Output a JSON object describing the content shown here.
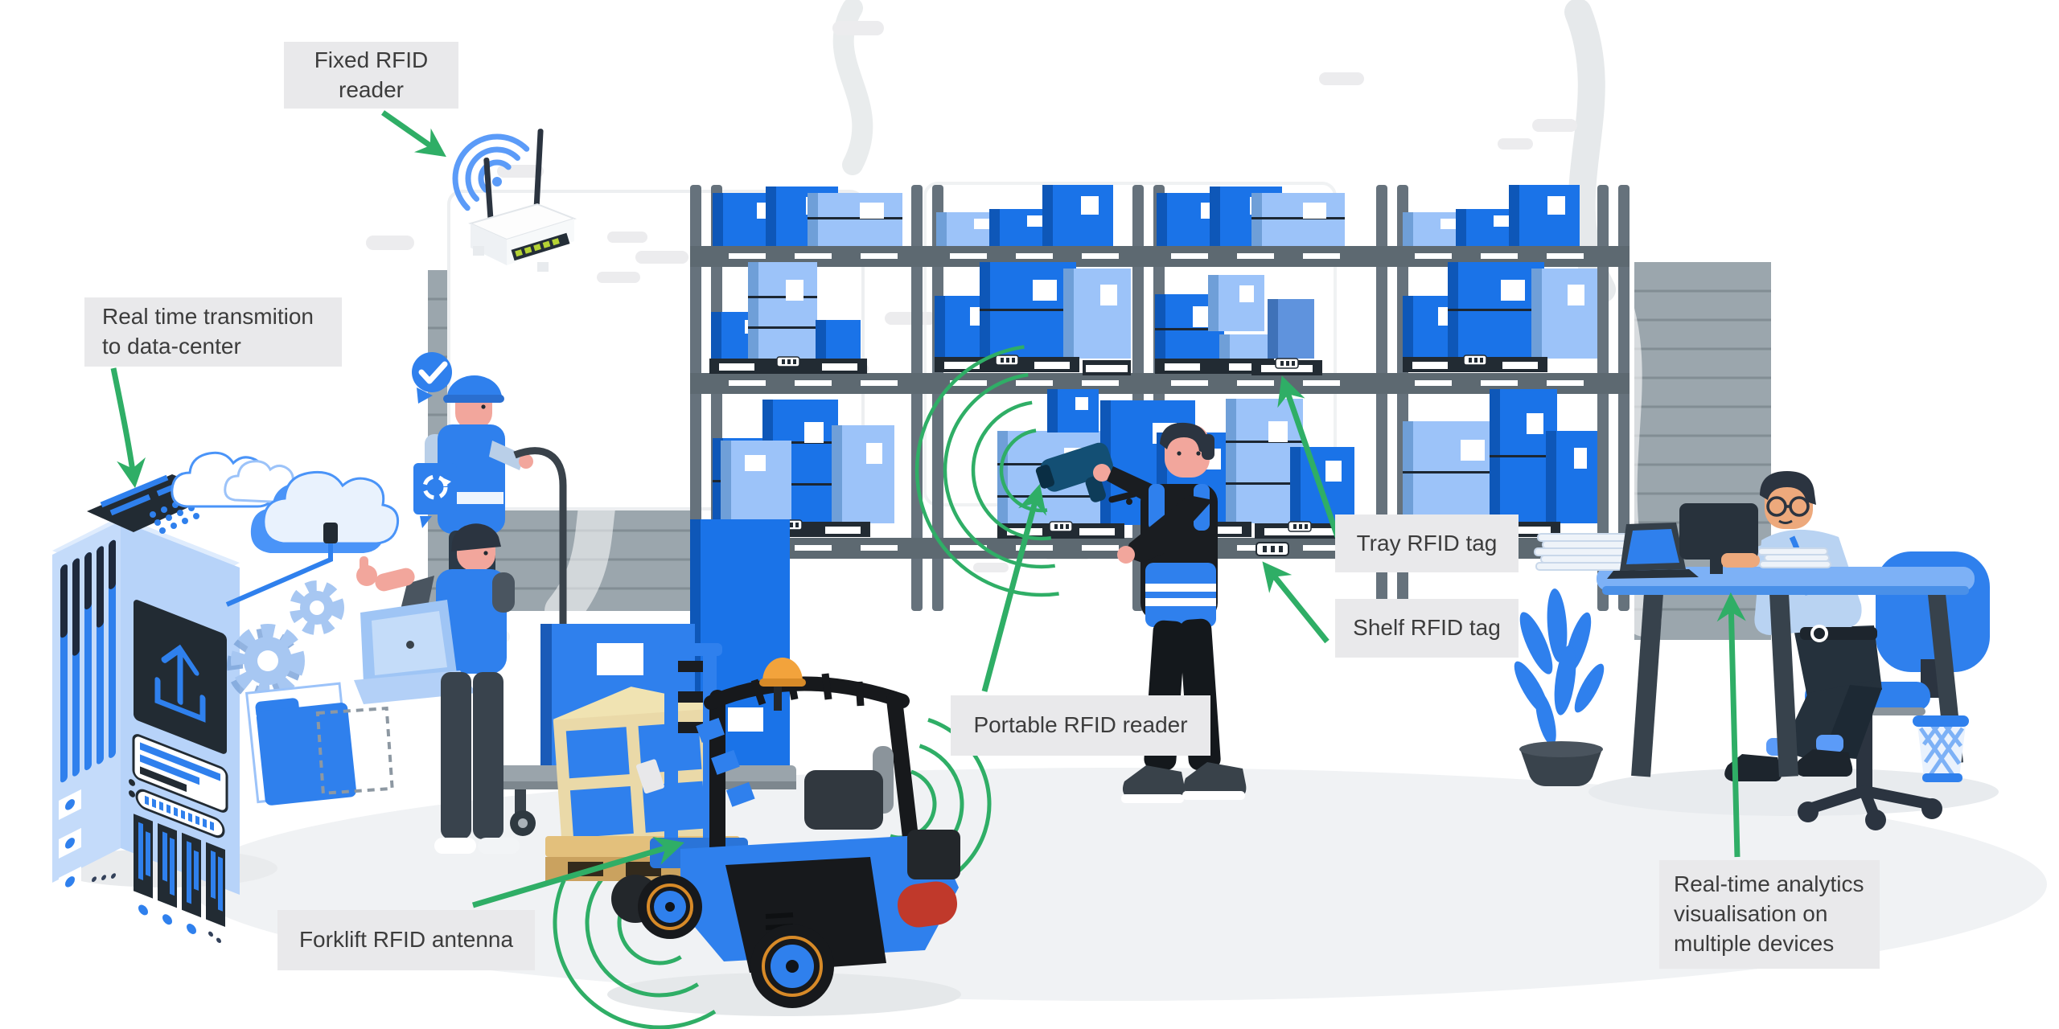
{
  "labels": {
    "fixed_reader": "Fixed RFID reader",
    "realtime_transmission": "Real time transmition\nto data-center",
    "tray_tag": "Tray RFID tag",
    "shelf_tag": "Shelf RFID tag",
    "portable_reader": "Portable RFID reader",
    "forklift_antenna": "Forklift RFID antenna",
    "analytics": "Real-time analytics\nvisualisation on\nmultiple devices"
  },
  "palette": {
    "label-bg": "#e9e9eb",
    "label-text": "#3c3c3c",
    "arrow-green": "#2fae66",
    "blue-primary": "#2f80ed",
    "blue-bright": "#1a73e8",
    "blue-light": "#9cc3f9",
    "blue-pale": "#cfe0f7",
    "rack-gray": "#66727c",
    "beam-gray": "#5d6971",
    "wall-gray": "#9ba6ad",
    "dark": "#222b33",
    "floor": "#f0f2f4",
    "skin": "#f2a69c",
    "skin-tan": "#eda97c",
    "orange": "#f2a33c",
    "red": "#c0392b",
    "wood": "#e9d9a6"
  },
  "scene": {
    "items": [
      "fixed-rfid-reader-router",
      "wifi-waves",
      "warehouse-rack-shelves",
      "rfid-tagged-boxes",
      "pallet-rfid-tags",
      "shelf-rfid-tag",
      "worker-pushing-cart",
      "approval-check-badge",
      "worker-with-laptop",
      "data-center-server",
      "upload-cloud",
      "outline-clouds",
      "gears",
      "file-folder",
      "worker-scanning-portable-reader",
      "rfid-signal-arcs",
      "forklift-with-rfid-antenna",
      "wooden-crate-on-pallet",
      "warning-beacon",
      "office-desk",
      "analyst-at-desk",
      "desk-monitor",
      "desk-laptop",
      "paper-stacks",
      "potted-plant",
      "office-chair",
      "trash-basket",
      "annotation-arrows"
    ]
  }
}
